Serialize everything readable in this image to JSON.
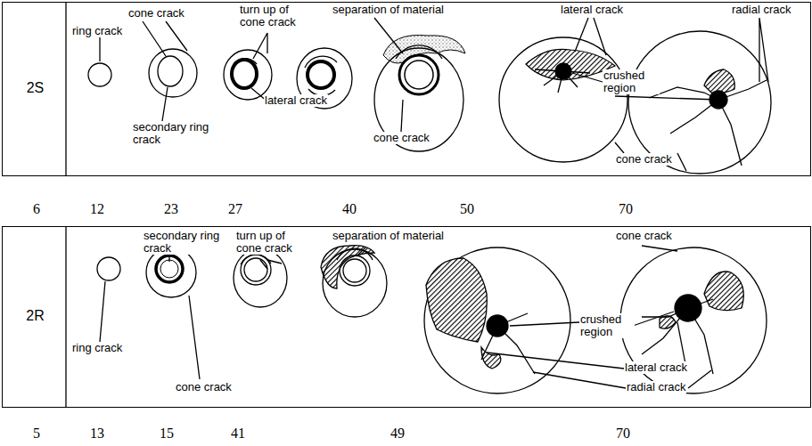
{
  "diagram": {
    "nodes": [
      {
        "text": [
          "2S"
        ]
      },
      {
        "text": [
          "2R"
        ]
      }
    ],
    "labels": [
      "ring crack",
      "cone crack",
      "turn up of cone crack",
      "separation of material",
      "lateral crack",
      "radial crack",
      "secondary ring crack",
      "lateral crack",
      "crushed region",
      "cone crack",
      "cone crack",
      "6",
      "12",
      "23",
      "27",
      "40",
      "50",
      "70",
      "secondary ring crack",
      "turn up of cone crack",
      "separation of material",
      "cone crack",
      "ring crack",
      "cone crack",
      "crushed region",
      "lateral crack",
      "radial crack",
      "5",
      "13",
      "15",
      "41",
      "49",
      "70"
    ]
  }
}
